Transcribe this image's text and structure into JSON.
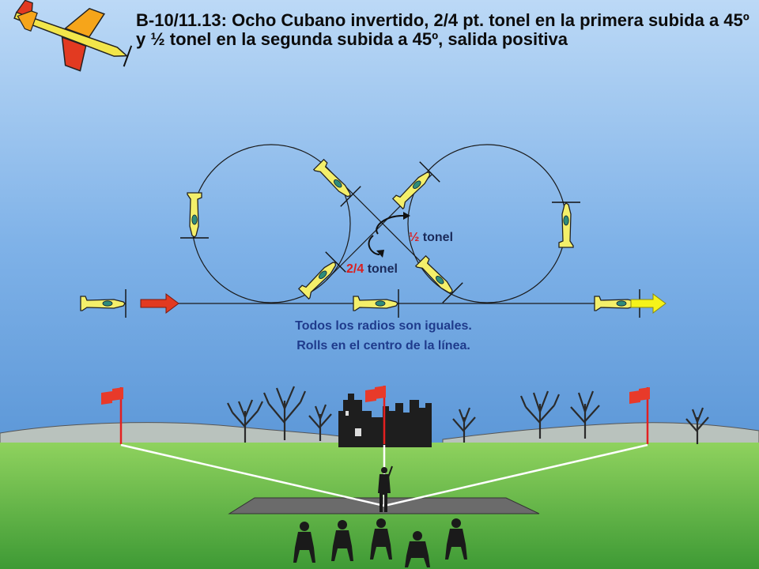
{
  "title": {
    "code": "B-10/11.13",
    "text": ": Ocho Cubano invertido, 2/4 pt. tonel en la primera subida a 45º y ½ tonel en la segunda subida a 45º, salida positiva"
  },
  "labels": {
    "half_roll_fraction": "½",
    "half_roll_word": "tonel",
    "quarter_roll_fraction": "2/4",
    "quarter_roll_word": "tonel"
  },
  "captions": {
    "line1": "Todos los radios son iguales.",
    "line2": "Rolls en el centro de la línea."
  },
  "colors": {
    "sky": "#7fb2e8",
    "grass": "#79c64c",
    "entry_arrow": "#e23a21",
    "exit_arrow": "#f5f31a",
    "plane_fill": "#f4ef6a",
    "label_red": "#d91f1f",
    "caption_blue": "#1f3b8c"
  }
}
